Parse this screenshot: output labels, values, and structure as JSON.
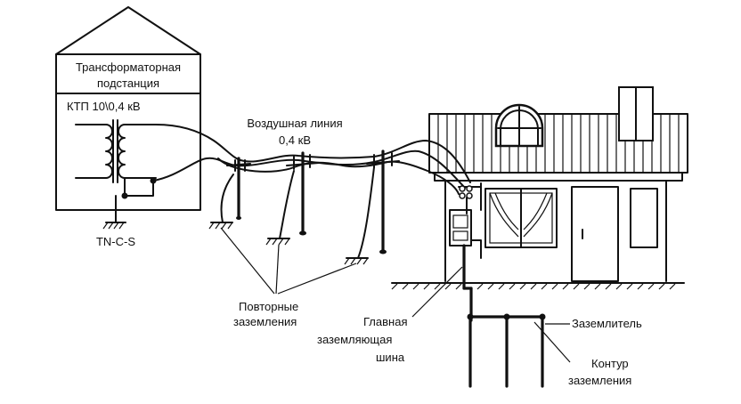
{
  "substation": {
    "title_line1": "Трансформаторная",
    "title_line2": "подстанция",
    "model": "КТП 10\\0,4 кВ",
    "grounding_system": "TN-C-S"
  },
  "overhead_line": {
    "label_line1": "Воздушная линия",
    "label_line2": "0,4 кВ"
  },
  "labels": {
    "repeat_grounding_line1": "Повторные",
    "repeat_grounding_line2": "заземления",
    "main_bus_line1": "Главная",
    "main_bus_line2": "заземляющая",
    "main_bus_line3": "шина",
    "ground_electrode": "Заземлитель",
    "ground_loop_line1": "Контур",
    "ground_loop_line2": "заземления"
  }
}
